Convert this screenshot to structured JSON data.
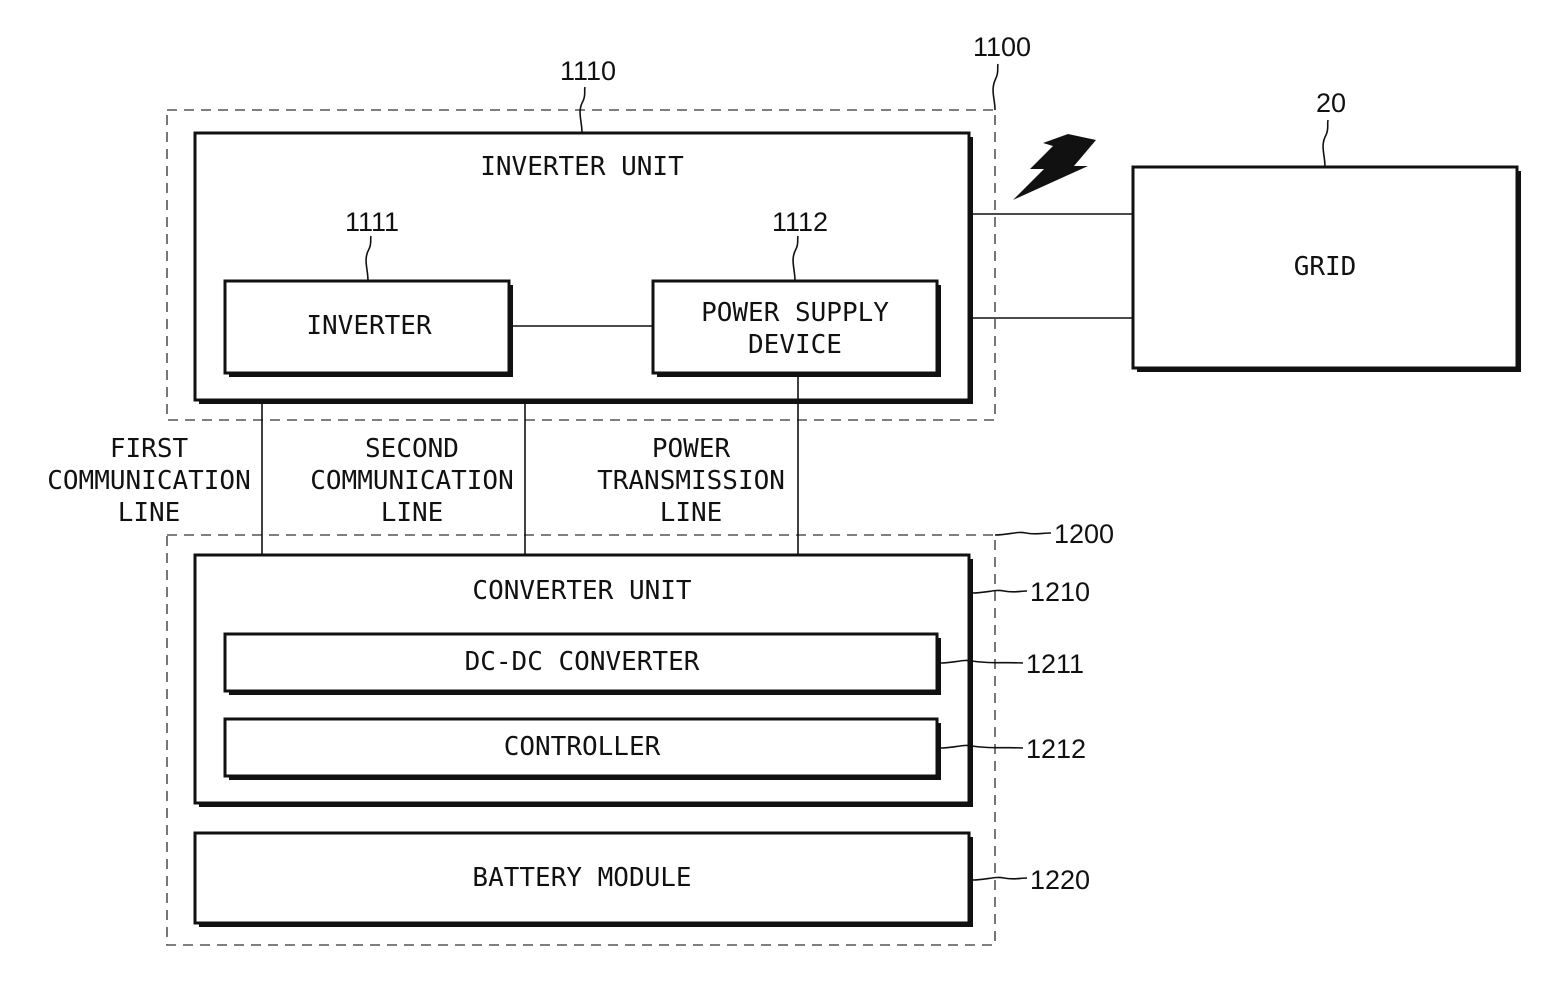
{
  "refs": {
    "system_1100": "1100",
    "inverter_unit_1110": "1110",
    "inverter_1111": "1111",
    "power_supply_1112": "1112",
    "grid_20": "20",
    "battery_system_1200": "1200",
    "converter_unit_1210": "1210",
    "dcdc_converter_1211": "1211",
    "controller_1212": "1212",
    "battery_module_1220": "1220"
  },
  "labels": {
    "inverter_unit": "INVERTER UNIT",
    "inverter": "INVERTER",
    "power_supply_line1": "POWER SUPPLY",
    "power_supply_line2": "DEVICE",
    "grid": "GRID",
    "converter_unit": "CONVERTER UNIT",
    "dcdc_converter": "DC-DC CONVERTER",
    "controller": "CONTROLLER",
    "battery_module": "BATTERY MODULE"
  },
  "lines": {
    "first_comm": [
      "FIRST",
      "COMMUNICATION",
      "LINE"
    ],
    "second_comm": [
      "SECOND",
      "COMMUNICATION",
      "LINE"
    ],
    "power_tx": [
      "POWER",
      "TRANSMISSION",
      "LINE"
    ]
  },
  "icons": {
    "wireless": "lightning-bolt-icon"
  },
  "colors": {
    "stroke": "#111111",
    "dashed": "#555555",
    "background": "#ffffff"
  }
}
